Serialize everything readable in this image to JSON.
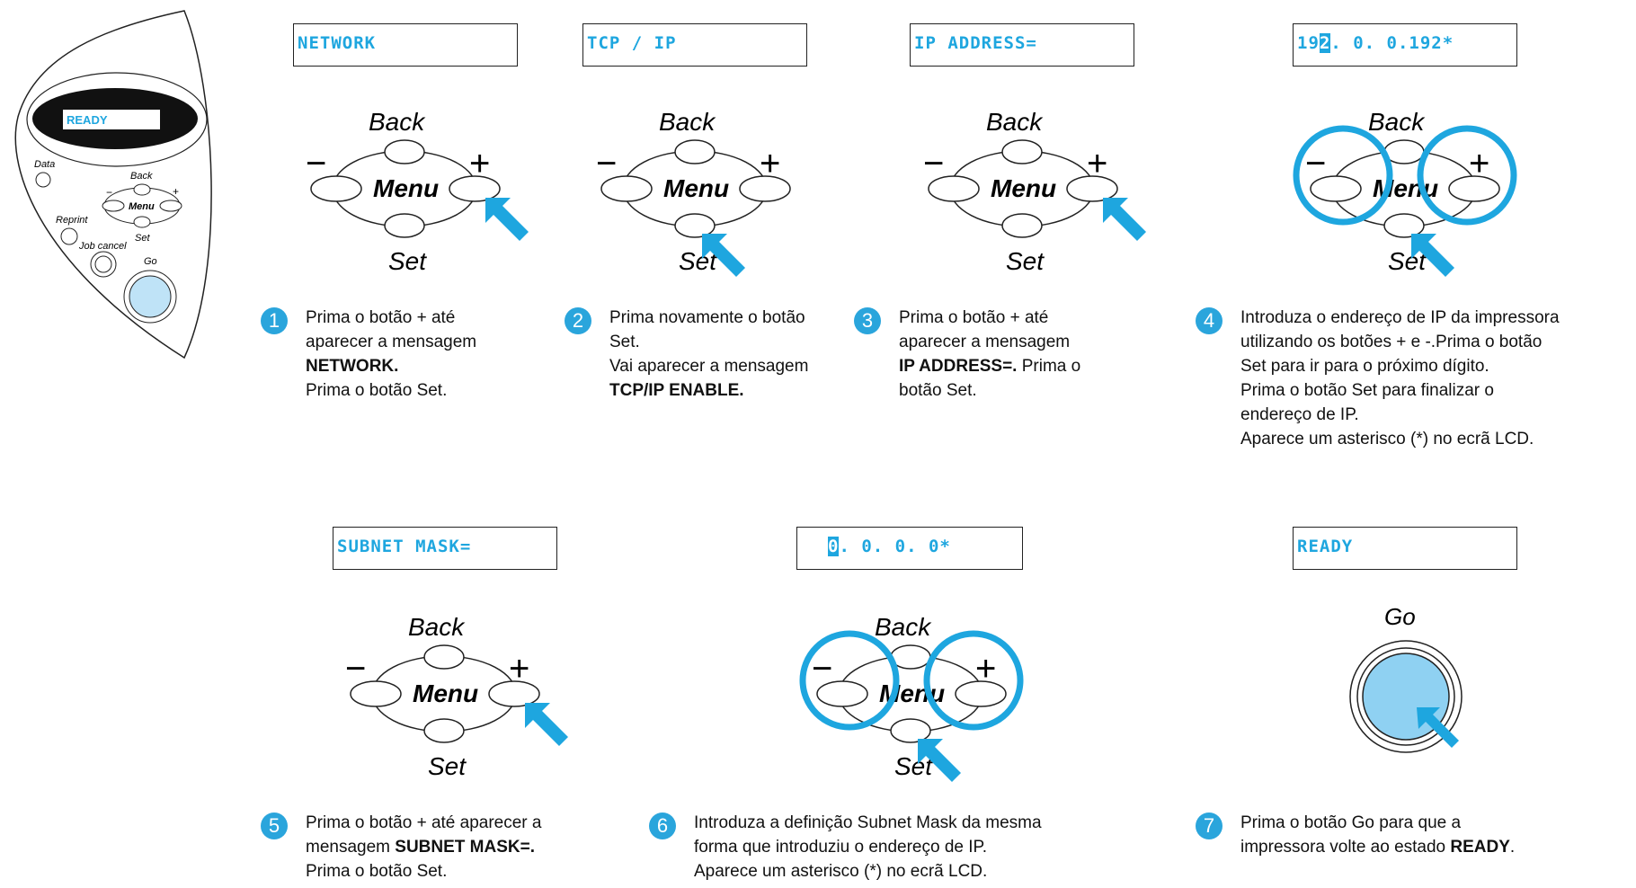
{
  "printer": {
    "display": "READY",
    "labels": {
      "data": "Data",
      "back": "Back",
      "menu": "Menu",
      "set": "Set",
      "reprint": "Reprint",
      "job_cancel": "Job cancel",
      "go": "Go"
    }
  },
  "panel_labels": {
    "back": "Back",
    "menu": "Menu",
    "set": "Set",
    "minus": "−",
    "plus": "+",
    "go": "Go"
  },
  "lcd": {
    "s1": "NETWORK",
    "s2": "TCP / IP",
    "s3": "IP  ADDRESS=",
    "s4_pre": "19",
    "s4_hl": "2",
    "s4_post": ".   0.   0.192*",
    "s5": "SUBNET  MASK=",
    "s6_hl": "0",
    "s6_post": ".   0.   0.   0*",
    "s7": "READY"
  },
  "steps": [
    {
      "num": "1",
      "lines": [
        [
          "Prima o botão + até",
          ""
        ],
        [
          "aparecer a mensagem",
          ""
        ],
        [
          "",
          "NETWORK."
        ],
        [
          "Prima o botão Set.",
          ""
        ]
      ]
    },
    {
      "num": "2",
      "lines": [
        [
          "Prima novamente o botão",
          ""
        ],
        [
          "Set.",
          ""
        ],
        [
          "Vai aparecer a mensagem",
          ""
        ],
        [
          "",
          "TCP/IP ENABLE."
        ]
      ]
    },
    {
      "num": "3",
      "lines": [
        [
          "Prima o botão + até",
          ""
        ],
        [
          "aparecer a mensagem",
          ""
        ],
        [
          "",
          "IP ADDRESS=.",
          "Prima o"
        ],
        [
          "botão Set.",
          ""
        ]
      ]
    },
    {
      "num": "4",
      "lines": [
        [
          "Introduza o endereço de IP da impressora",
          ""
        ],
        [
          "utilizando os botões + e -.Prima o botão",
          ""
        ],
        [
          "Set para ir para o próximo dígito.",
          ""
        ],
        [
          "Prima o botão Set para finalizar o",
          ""
        ],
        [
          "endereço de IP.",
          ""
        ],
        [
          "Aparece um asterisco (*) no ecrã LCD.",
          ""
        ]
      ]
    },
    {
      "num": "5",
      "lines": [
        [
          "Prima o botão + até aparecer a",
          ""
        ],
        [
          "mensagem ",
          "SUBNET MASK=."
        ],
        [
          "Prima o botão Set.",
          ""
        ]
      ]
    },
    {
      "num": "6",
      "lines": [
        [
          "Introduza a definição Subnet Mask da mesma",
          ""
        ],
        [
          "forma que introduziu o endereço de IP.",
          ""
        ],
        [
          "Aparece um asterisco (*) no ecrã LCD.",
          ""
        ]
      ]
    },
    {
      "num": "7",
      "lines": [
        [
          "Prima o botão Go para que a",
          ""
        ],
        [
          "impressora volte ao estado ",
          "READY",
          "."
        ]
      ]
    }
  ],
  "accent_color": "#1ea6df"
}
